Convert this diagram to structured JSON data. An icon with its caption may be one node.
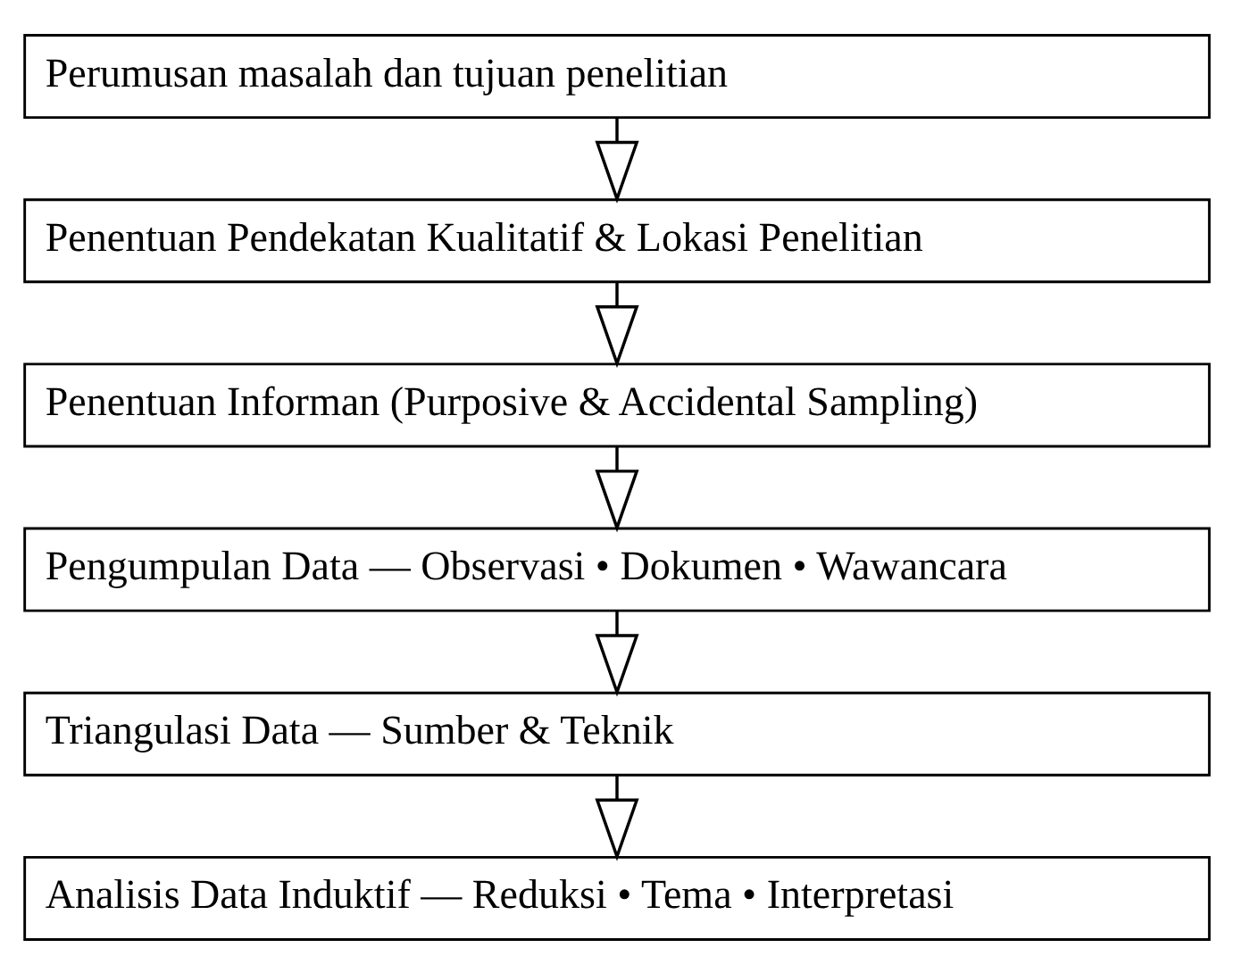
{
  "diagram": {
    "nodes": [
      {
        "text": [
          "Perumusan masalah dan tujuan penelitian"
        ]
      },
      {
        "text": [
          "Penentuan Pendekatan Kualitatif & Lokasi Penelitian"
        ]
      },
      {
        "text": [
          "Penentuan Informan (Purposive & Accidental Sampling)"
        ]
      },
      {
        "text": [
          "Pengumpulan Data — Observasi • Dokumen • Wawancara"
        ]
      },
      {
        "text": [
          "Triangulasi Data — Sumber & Teknik"
        ]
      },
      {
        "text": [
          "Analisis Data Induktif — Reduksi • Tema • Interpretasi"
        ]
      }
    ],
    "edges": [
      {
        "from": 0,
        "to": 1,
        "arrow": "to"
      },
      {
        "from": 1,
        "to": 2,
        "arrow": "to"
      },
      {
        "from": 2,
        "to": 3,
        "arrow": "to"
      },
      {
        "from": 3,
        "to": 4,
        "arrow": "to"
      },
      {
        "from": 4,
        "to": 5,
        "arrow": "to"
      }
    ]
  }
}
